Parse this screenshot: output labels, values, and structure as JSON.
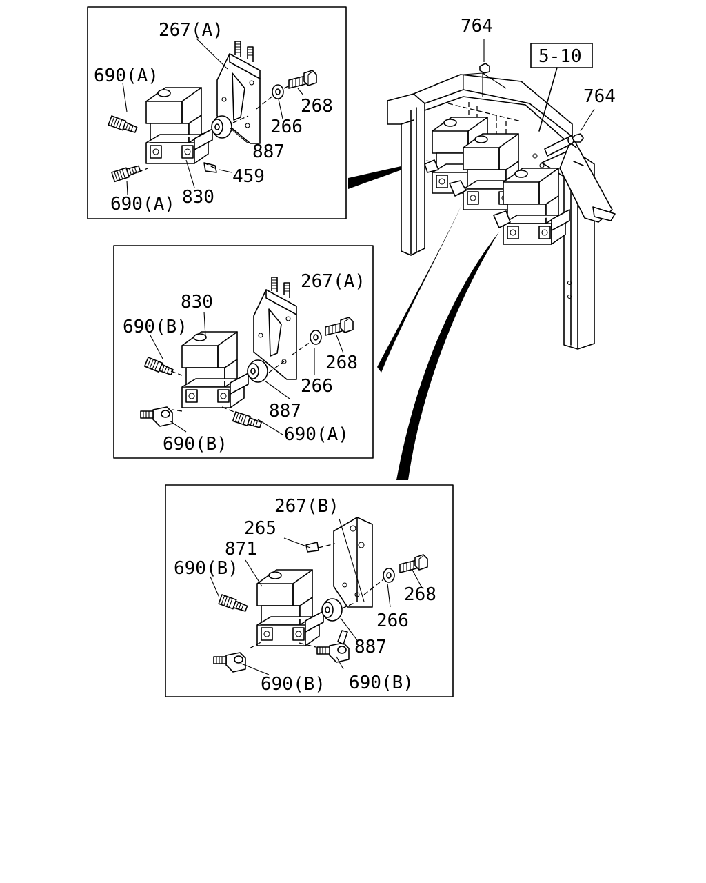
{
  "detail_1": {
    "part_267": "267(A)",
    "part_690_top": "690(A)",
    "part_268": "268",
    "part_266": "266",
    "part_887": "887",
    "part_459": "459",
    "part_690_bottom": "690(A)",
    "part_830": "830"
  },
  "detail_2": {
    "part_830": "830",
    "part_267": "267(A)",
    "part_690_left": "690(B)",
    "part_268": "268",
    "part_266": "266",
    "part_887": "887",
    "part_690_right": "690(A)",
    "part_690_bottom": "690(B)"
  },
  "detail_3": {
    "part_267": "267(B)",
    "part_265": "265",
    "part_871": "871",
    "part_690_left": "690(B)",
    "part_268": "268",
    "part_266": "266",
    "part_887": "887",
    "part_690_bottom_left": "690(B)",
    "part_690_bottom_right": "690(B)"
  },
  "overview": {
    "part_764_top": "764",
    "part_764_right": "764",
    "ref_box": "5-10"
  }
}
